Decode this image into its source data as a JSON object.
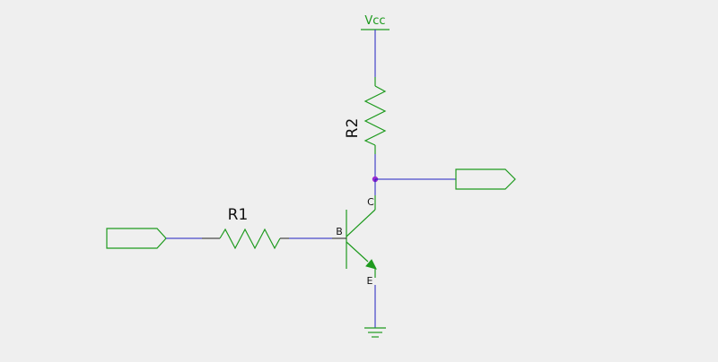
{
  "components": {
    "supply": {
      "label": "Vcc"
    },
    "r1": {
      "label": "R1"
    },
    "r2": {
      "label": "R2"
    },
    "transistor": {
      "base_label": "B",
      "collector_label": "C",
      "emitter_label": "E"
    }
  },
  "colors": {
    "component": "#1e9a1e",
    "wire": "#2020c0",
    "lead": "#202020",
    "junction": "#9a2ad0",
    "background": "#efefef"
  }
}
